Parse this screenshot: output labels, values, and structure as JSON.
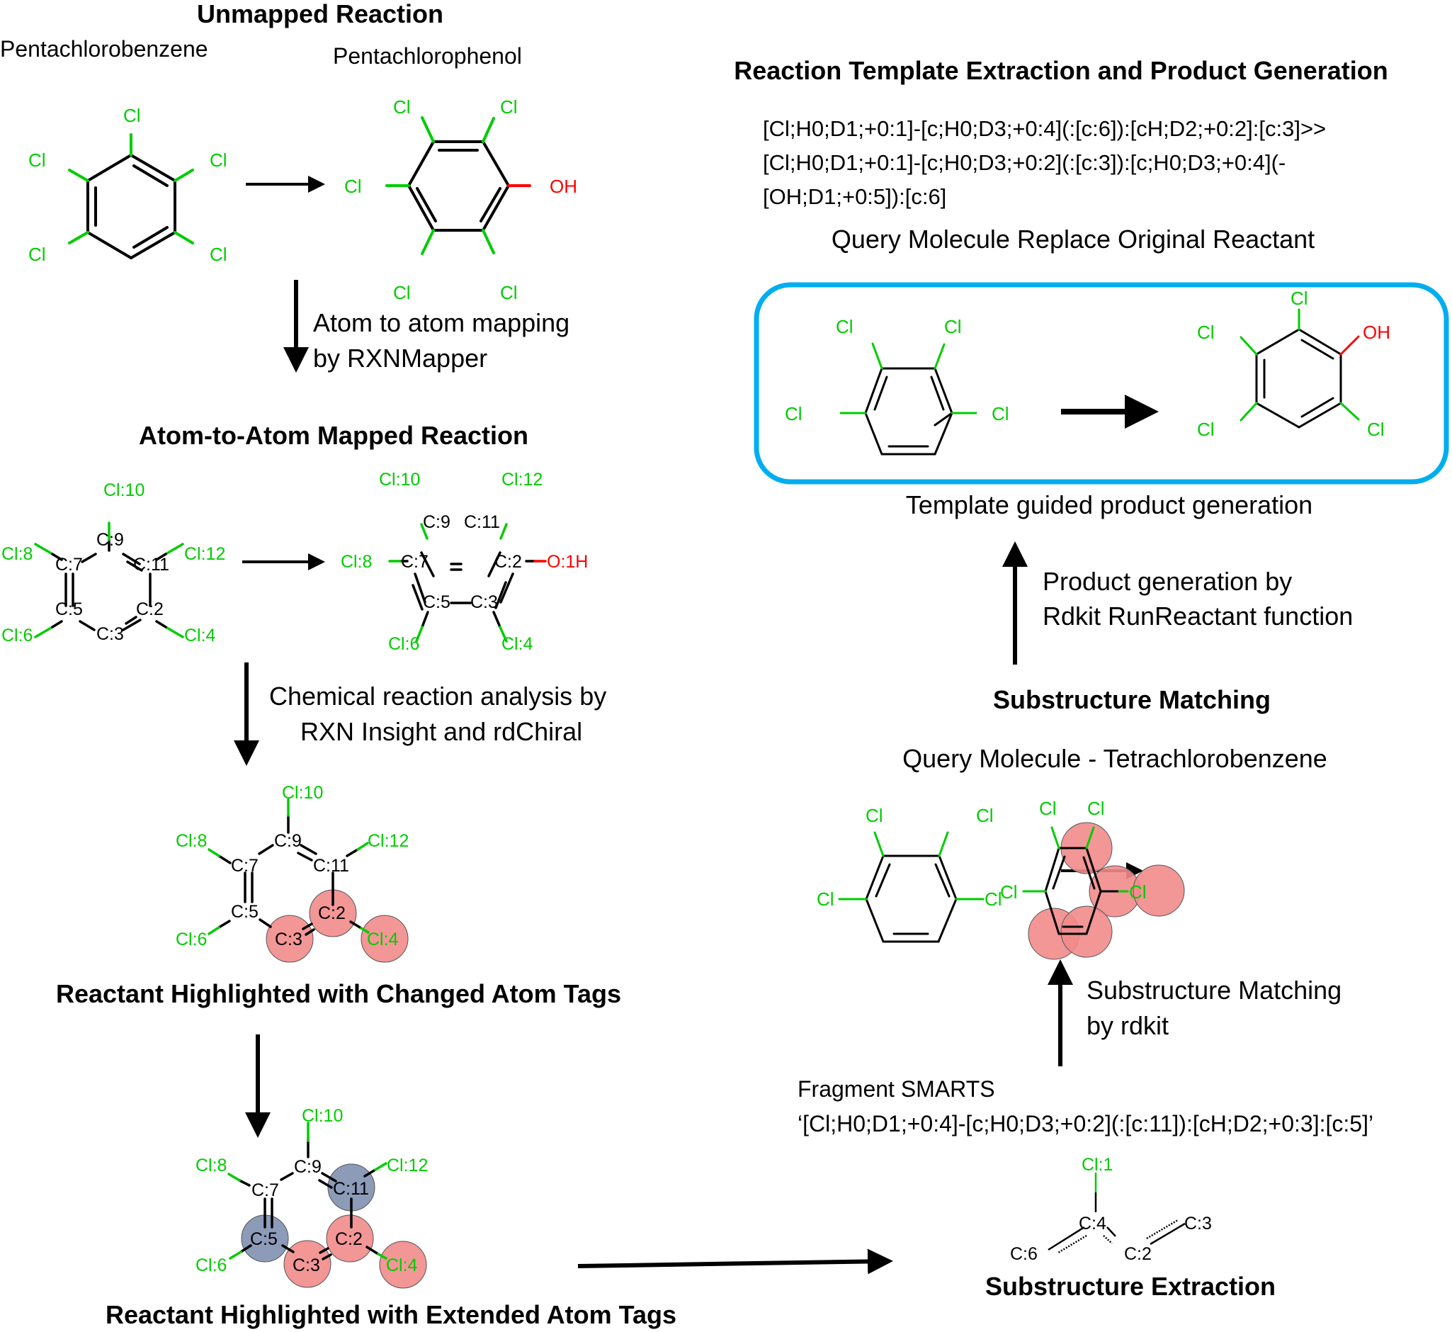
{
  "figure": {
    "sections": {
      "unmapped": {
        "title": "Unmapped Reaction",
        "reactant_name": "Pentachlorobenzene",
        "product_name": "Pentachlorophenol"
      },
      "step_mapping": {
        "line1": "Atom to atom mapping",
        "line2": "by RXNMapper"
      },
      "mapped": {
        "title": "Atom-to-Atom Mapped Reaction"
      },
      "step_analysis": {
        "line1": "Chemical reaction analysis by",
        "line2": "RXN Insight and rdChiral"
      },
      "changed_tags": {
        "title": "Reactant Highlighted with Changed Atom Tags"
      },
      "extended_tags": {
        "title": "Reactant Highlighted with Extended Atom Tags"
      },
      "extraction": {
        "title": "Substructure Extraction",
        "fragment_label": "Fragment SMARTS",
        "fragment_smarts": "‘[Cl;H0;D1;+0:4]-[c;H0;D3;+0:2](:[c:11]):[cH;D2;+0:3]:[c:5]’"
      },
      "step_matching": {
        "line1": "Substructure Matching",
        "line2": "by rdkit"
      },
      "matching": {
        "title": "Substructure Matching",
        "query_label": "Query Molecule - Tetrachlorobenzene"
      },
      "step_generation": {
        "line1": "Product generation by",
        "line2": "Rdkit RunReactant function"
      },
      "template": {
        "title": "Reaction Template Extraction and Product Generation",
        "smarts_lines": [
          "[Cl;H0;D1;+0:1]-[c;H0;D3;+0:4](:[c:6]):[cH;D2;+0:2]:[c:3]>>",
          "[Cl;H0;D1;+0:1]-[c;H0;D3;+0:2](:[c:3]):[c;H0;D3;+0:4](-",
          "[OH;D1;+0:5]):[c:6]"
        ],
        "replace_label": "Query Molecule Replace Original Reactant",
        "generation_label": "Template guided product generation"
      }
    },
    "atoms": {
      "cl": "Cl",
      "oh": "OH",
      "mapped_reactant": {
        "cl10": "Cl:10",
        "cl8": "Cl:8",
        "cl12": "Cl:12",
        "cl6": "Cl:6",
        "cl4": "Cl:4",
        "c9": "C:9",
        "c7": "C:7",
        "c11": "C:11",
        "c5": "C:5",
        "c2": "C:2",
        "c3": "C:3"
      },
      "mapped_product": {
        "cl10": "Cl:10",
        "cl12": "Cl:12",
        "cl8": "Cl:8",
        "cl6": "Cl:6",
        "cl4": "Cl:4",
        "c9": "C:9",
        "c11": "C:11",
        "c7": "C:7",
        "c2": "C:2",
        "c5": "C:5",
        "c3": "C:3",
        "o1": "O:1H"
      },
      "fragment": {
        "cl1": "Cl:1",
        "c4": "C:4",
        "c6": "C:6",
        "c2": "C:2",
        "c3": "C:3"
      }
    },
    "colors": {
      "chlorine": "#00cc00",
      "oxygen": "#ff0000",
      "carbon": "#000000",
      "highlight_changed": "#f28b8b",
      "highlight_extended": "#8090b0",
      "box_border": "#00aeef"
    }
  }
}
